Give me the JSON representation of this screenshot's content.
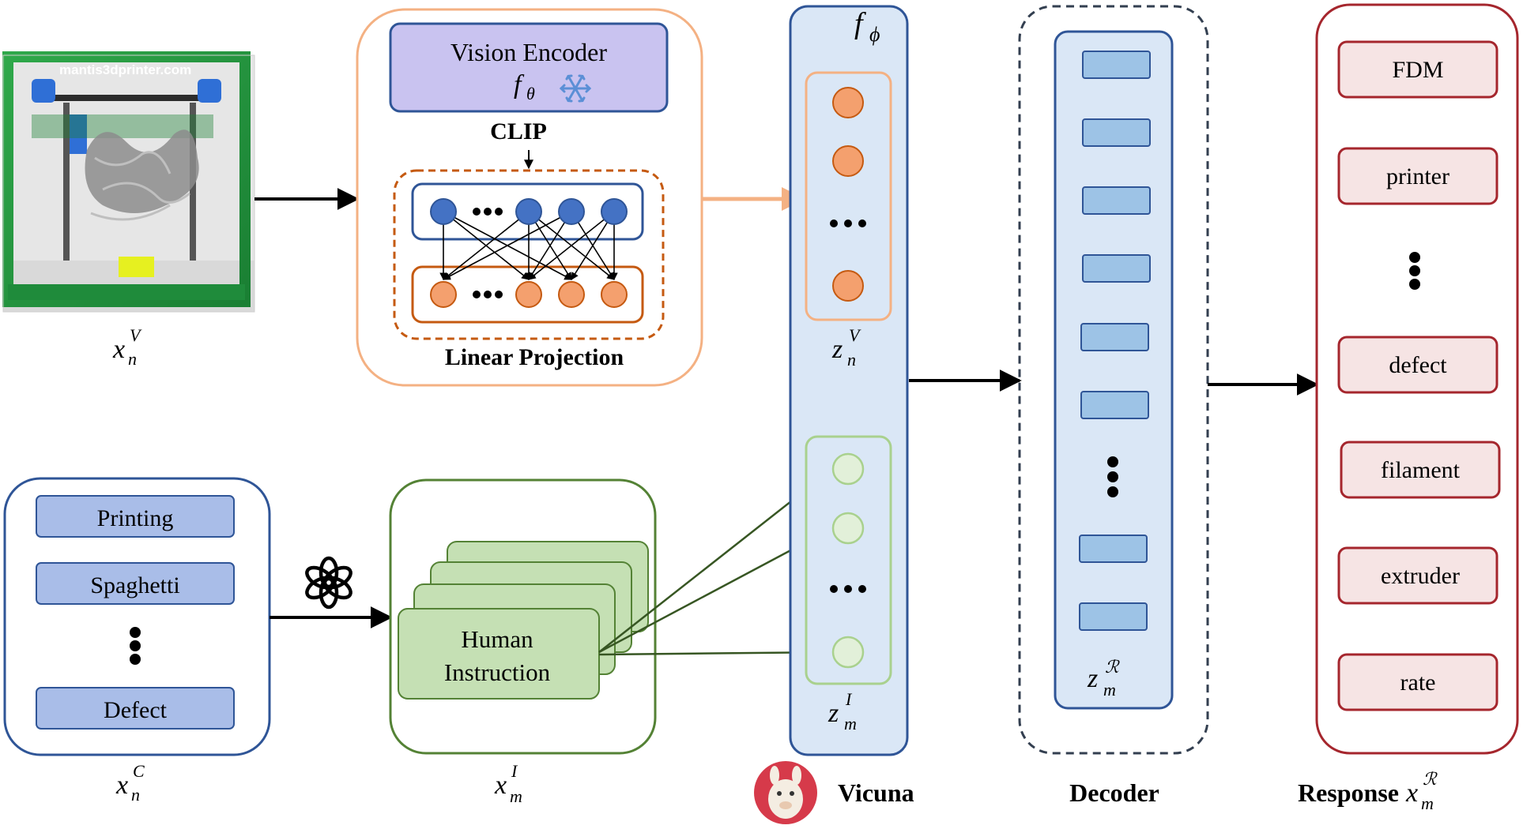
{
  "input_image": {
    "caption": "mantis3dprinter.com",
    "symbol": "x",
    "sub": "n",
    "sup": "V"
  },
  "encoder": {
    "title": "Vision Encoder",
    "fn": "f",
    "fn_sub": "θ",
    "clip_label": "CLIP",
    "projection_label": "Linear Projection"
  },
  "categories": {
    "items": [
      "Printing",
      "Spaghetti",
      "Defect"
    ],
    "symbol": "x",
    "sub": "n",
    "sup": "C"
  },
  "instruction": {
    "line1": "Human",
    "line2": "Instruction",
    "symbol": "x",
    "sub": "m",
    "sup": "I"
  },
  "llm": {
    "fn": "f",
    "fn_sub": "ϕ",
    "visual_token": {
      "symbol": "z",
      "sub": "n",
      "sup": "V"
    },
    "instr_token": {
      "symbol": "z",
      "sub": "m",
      "sup": "I"
    },
    "label": "Vicuna"
  },
  "decoder": {
    "label": "Decoder",
    "token": {
      "symbol": "z",
      "sub": "m",
      "sup": "ℛ"
    }
  },
  "response": {
    "label": "Response",
    "words": [
      "FDM",
      "printer",
      "defect",
      "filament",
      "extruder",
      "rate"
    ],
    "symbol": "x",
    "sub": "m",
    "sup": "ℛ"
  },
  "colors": {
    "encoder_border": "#f4b183",
    "encoder_fill": "#c9c3f0",
    "node_blue": "#4472c4",
    "node_orange": "#f4a06e",
    "dashed_orange": "#c55a11",
    "proj_border": "#c55a11",
    "category_fill": "#a9bde8",
    "category_border": "#2f5597",
    "instr_fill": "#c5e0b4",
    "instr_border": "#548235",
    "llm_fill": "#dae7f6",
    "llm_border": "#2f5597",
    "decoder_token": "#9dc3e6",
    "response_fill": "#f6e4e4",
    "response_border": "#a5262d"
  },
  "icons": {
    "snowflake": "snowflake-icon",
    "openai": "openai-logo-icon",
    "vicuna": "llama-icon"
  }
}
